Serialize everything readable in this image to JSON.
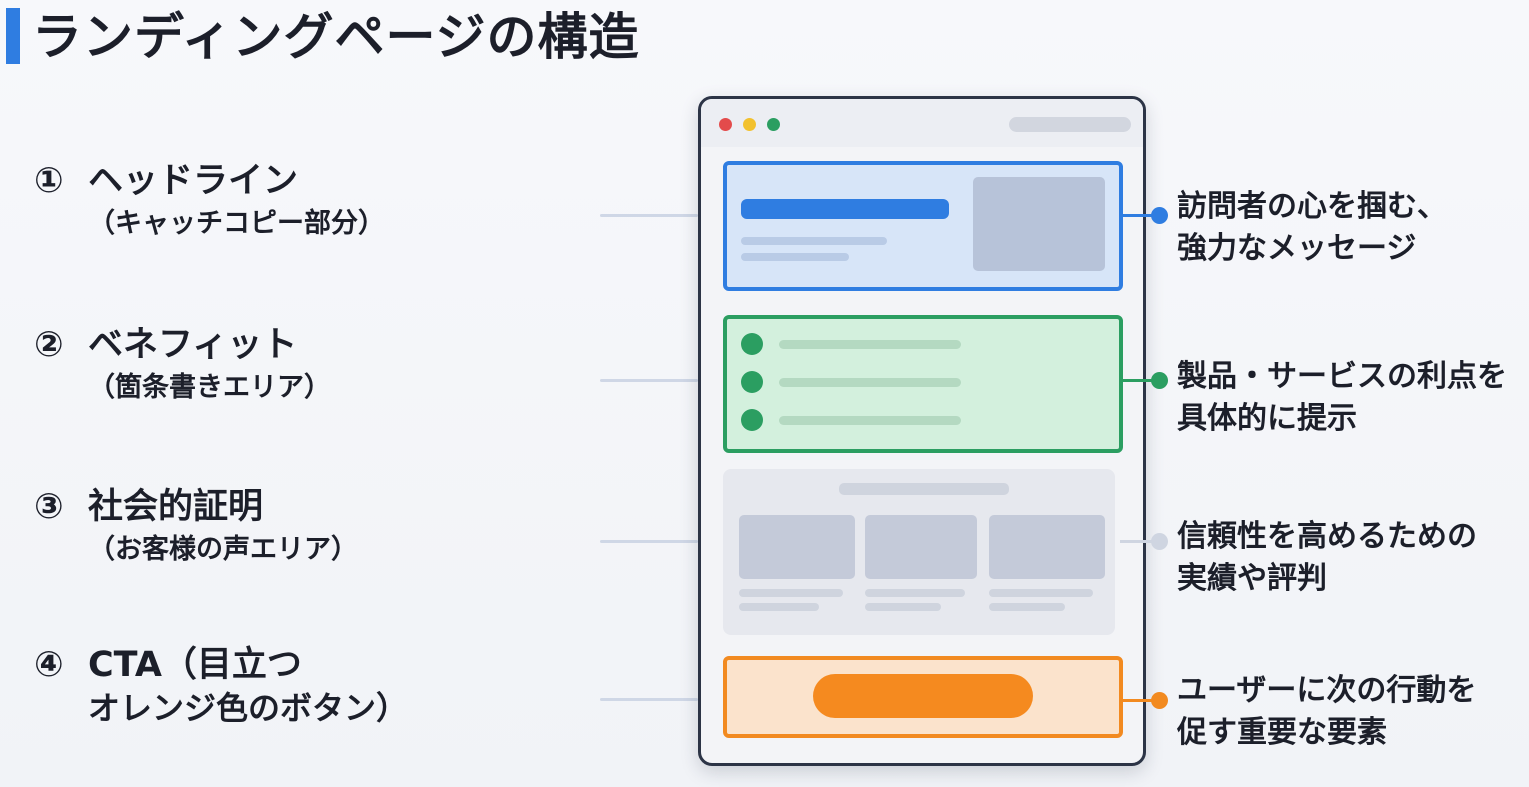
{
  "title": "ランディングページの構造",
  "items": [
    {
      "num": "①",
      "name": "ヘッドライン",
      "sub": "（キャッチコピー部分）",
      "desc": [
        "訪問者の心を掴む、",
        "強力なメッセージ"
      ],
      "color": "#2f7de1"
    },
    {
      "num": "②",
      "name": "ベネフィット",
      "sub": "（箇条書きエリア）",
      "desc": [
        "製品・サービスの利点を",
        "具体的に提示"
      ],
      "color": "#2b9e61"
    },
    {
      "num": "③",
      "name": "社会的証明",
      "sub": "（お客様の声エリア）",
      "desc": [
        "信頼性を高めるための",
        "実績や評判"
      ],
      "color": "#cfd5e1"
    },
    {
      "num": "④",
      "name": "CTA（目立つ",
      "sub": "オレンジ色のボタン）",
      "desc": [
        "ユーザーに次の行動を",
        "促す重要な要素"
      ],
      "color": "#f28a20"
    }
  ],
  "browser_dots": [
    "#e34b4b",
    "#f2c12e",
    "#2b9e61"
  ]
}
